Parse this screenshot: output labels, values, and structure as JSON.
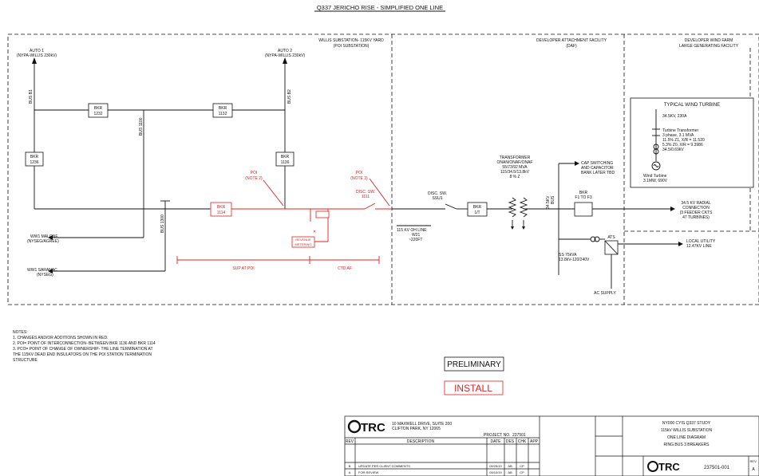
{
  "diagram": {
    "title": "Q337 JERICHO RISE - SIMPLIFIED ONE LINE",
    "areas": {
      "willis": [
        "WILLIS SUBSTATION- 115KV YARD",
        "(POI SUBSTATION)"
      ],
      "attachment": [
        "DEVELOPER ATTACHMENT FACILITY",
        "(DAF)"
      ],
      "windfarm": [
        "DEVELOPER WIND FARM",
        "LARGE GENERATING FACILITY"
      ]
    },
    "sources": {
      "auto1": [
        "AUTO 1",
        "(NYPA-WILLIS 230kV)"
      ],
      "auto2": [
        "AUTO 2",
        "(NYPA-WILLIS 230kV)"
      ]
    },
    "buses": {
      "b1": "BUS B1",
      "b2": "BUS B2",
      "b1100": "BUS 1100",
      "b1300": "BUS 1300"
    },
    "breakers": {
      "b1232": [
        "BKR",
        "1232"
      ],
      "b1132": [
        "BKR",
        "1132"
      ],
      "b1236": [
        "BKR",
        "1236"
      ],
      "b1136": [
        "BKR",
        "1136"
      ],
      "b1114": [
        "BKR",
        "1114"
      ],
      "b1t": [
        "BKR",
        "1/T"
      ],
      "bf1": [
        "BKR",
        "F1 TO F3"
      ]
    },
    "poi": {
      "left": [
        "POI",
        "(NOTE 2)"
      ],
      "right": [
        "POI",
        "(NOTE 3)"
      ]
    },
    "switches": {
      "sw1111": [
        "DISC. SW.",
        "1111"
      ],
      "sw1": [
        "DISC. SW.",
        "SSU1"
      ]
    },
    "revenue": [
      "REVENUE",
      "METERING"
    ],
    "lines": {
      "malone": [
        "WW1 MALONE",
        "(NYSEG/AGREE)"
      ],
      "saranac": [
        "WW1 SARANAC",
        "(NYSEG)"
      ],
      "oh_line": [
        "115 KV OH LINE",
        "W21",
        "~220FT"
      ]
    },
    "transformer": [
      "TRANSFORMER",
      "ONAN/ONAF/ONAF",
      "55/73/92 MVA",
      "115/34.5/13.8kV",
      "8 % Z"
    ],
    "kv_bus": [
      "34.5KV",
      "BUS"
    ],
    "cap_bank": [
      "CAP SWITCHING",
      "AND CAPACITOR",
      "BANK LATER TBD"
    ],
    "radial": [
      "34.5 KV RADIAL",
      "CONNECTION",
      "(3 FEEDER CKTS",
      "47 TURBINES)"
    ],
    "local_utility": [
      "LOCAL UTILITY",
      "12.47KV LINE"
    ],
    "station_service": [
      "SS 75kVA",
      "13.8kV-120/240V"
    ],
    "ats": "ATS",
    "ac_supply": "AC SUPPLY",
    "scope": {
      "sup": "SUP AT POI",
      "ctd": "CTD AF"
    },
    "turbine": {
      "title": "TYPICAL WIND TURBINE",
      "kv": "34.5KV, 230A",
      "transformer": [
        "Turbine Transformer",
        "3 phase, 3.1 MVA",
        "11.5% Z1, X/R = 11.520",
        "5.3% Z0, X/R = 9.3986",
        "34.5/0.69kV"
      ],
      "gen": [
        "Wind Turbine",
        "3.1MW, 690V"
      ]
    },
    "notes": [
      "NOTES:",
      "1.    CHANGES AND/OR ADDITIONS SHOWN IN RED.",
      "2.    POI= POINT OF INTERCONNECTION- BETWEEN BKR 1136 AND BKR 1114",
      "3.    PCO= POINT OF CHANGE OF OWNERSHIP- THE LINE TERMINATION AT",
      "THE 115KV DEAD END INSULATORS ON THE POI STATION TERMINATION",
      "STRUCTURE"
    ],
    "stamps": {
      "preliminary": "PRELIMINARY",
      "install": "INSTALL"
    }
  },
  "title_block": {
    "logo": "TRC",
    "address": [
      "10 MAXWELL DRIVE, SUITE 200",
      "CLIFTON PARK, NY 12065"
    ],
    "project_label": "PROJECT NO.",
    "project_no": "237501",
    "headers": [
      "REV",
      "DESCRIPTION",
      "DATE",
      "DES",
      "CHK",
      "APP"
    ],
    "revisions": [
      {
        "rev": "B",
        "desc": "UPDATE PER CLIENT COMMENTS",
        "date": "09/25/19",
        "des": "AB",
        "chk": "CP",
        "app": ""
      },
      {
        "rev": "A",
        "desc": "FOR REVIEW",
        "date": "09/10/19",
        "des": "AB",
        "chk": "CP",
        "app": ""
      }
    ],
    "drawing_title": [
      "NY000 CYIS Q337 STUDY",
      "115kV WILLIS SUBSTATION",
      "ONE LINE DIAGRAM",
      "RING BUS 3 BREAKERS"
    ],
    "drawing_no": "237501-001",
    "rev_label": "REV.",
    "rev_value": "A"
  }
}
